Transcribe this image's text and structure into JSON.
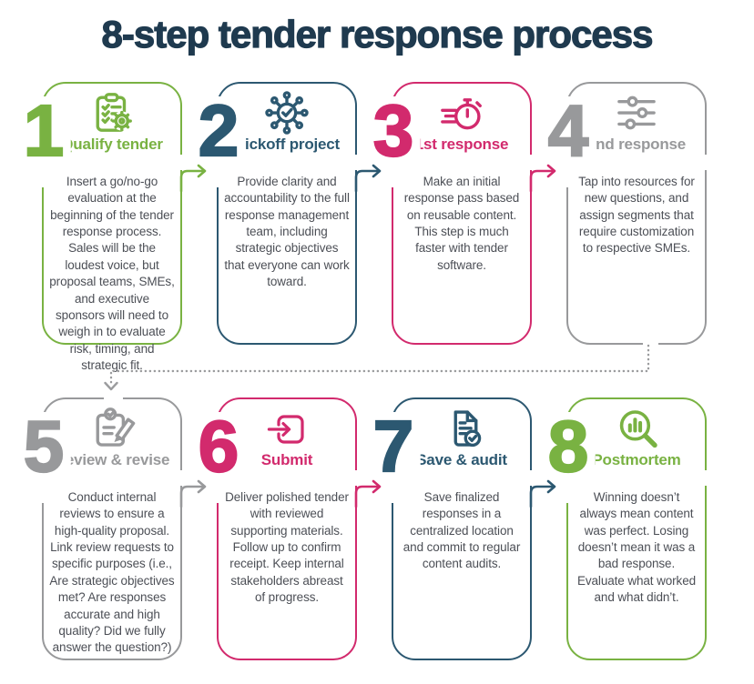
{
  "title": "8-step tender response process",
  "colors": {
    "green": "#79b242",
    "navy": "#2c5871",
    "pink": "#d22a6d",
    "gray": "#98999b",
    "title_text": "#1f3a4f",
    "body_text": "#4c4f56",
    "connector": "#9b9c9e"
  },
  "steps": [
    {
      "num": "1",
      "title": "Qualify tender",
      "color": "green",
      "icon": "clipboard-checklist-icon",
      "body": "Insert a go/no-go evaluation at the beginning of the tender response process. Sales will be the loudest voice, but proposal teams, SMEs, and executive sponsors will need to weigh in to evaluate risk, timing, and strategic fit."
    },
    {
      "num": "2",
      "title": "Kickoff project",
      "color": "navy",
      "icon": "network-check-icon",
      "body": "Provide clarity and accountability to the full response management team, including strategic objectives that everyone can work toward."
    },
    {
      "num": "3",
      "title": "1st response",
      "color": "pink",
      "icon": "stopwatch-speed-icon",
      "body": "Make an initial response pass based on reusable content. This step is much faster with tender software."
    },
    {
      "num": "4",
      "title": "2nd response",
      "color": "gray",
      "icon": "sliders-icon",
      "body": "Tap into resources for new questions, and assign segments that require customization to respective SMEs."
    },
    {
      "num": "5",
      "title": "Review & revise",
      "color": "gray",
      "icon": "review-pencil-icon",
      "body": "Conduct internal reviews to ensure a high-quality proposal. Link review requests to specific purposes (i.e., Are strategic objectives met? Are responses accurate and high quality? Did we fully answer the question?)"
    },
    {
      "num": "6",
      "title": "Submit",
      "color": "pink",
      "icon": "submit-arrow-icon",
      "body": "Deliver polished tender with reviewed supporting materials. Follow up to confirm receipt. Keep internal stakeholders abreast of progress."
    },
    {
      "num": "7",
      "title": "Save & audit",
      "color": "navy",
      "icon": "document-check-icon",
      "body": "Save finalized responses in a centralized location and commit to regular content audits."
    },
    {
      "num": "8",
      "title": "Postmortem",
      "color": "green",
      "icon": "magnifier-chart-icon",
      "body": "Winning doesn’t always mean content was perfect. Losing doesn’t mean it was a bad response. Evaluate what worked and what didn’t."
    }
  ]
}
